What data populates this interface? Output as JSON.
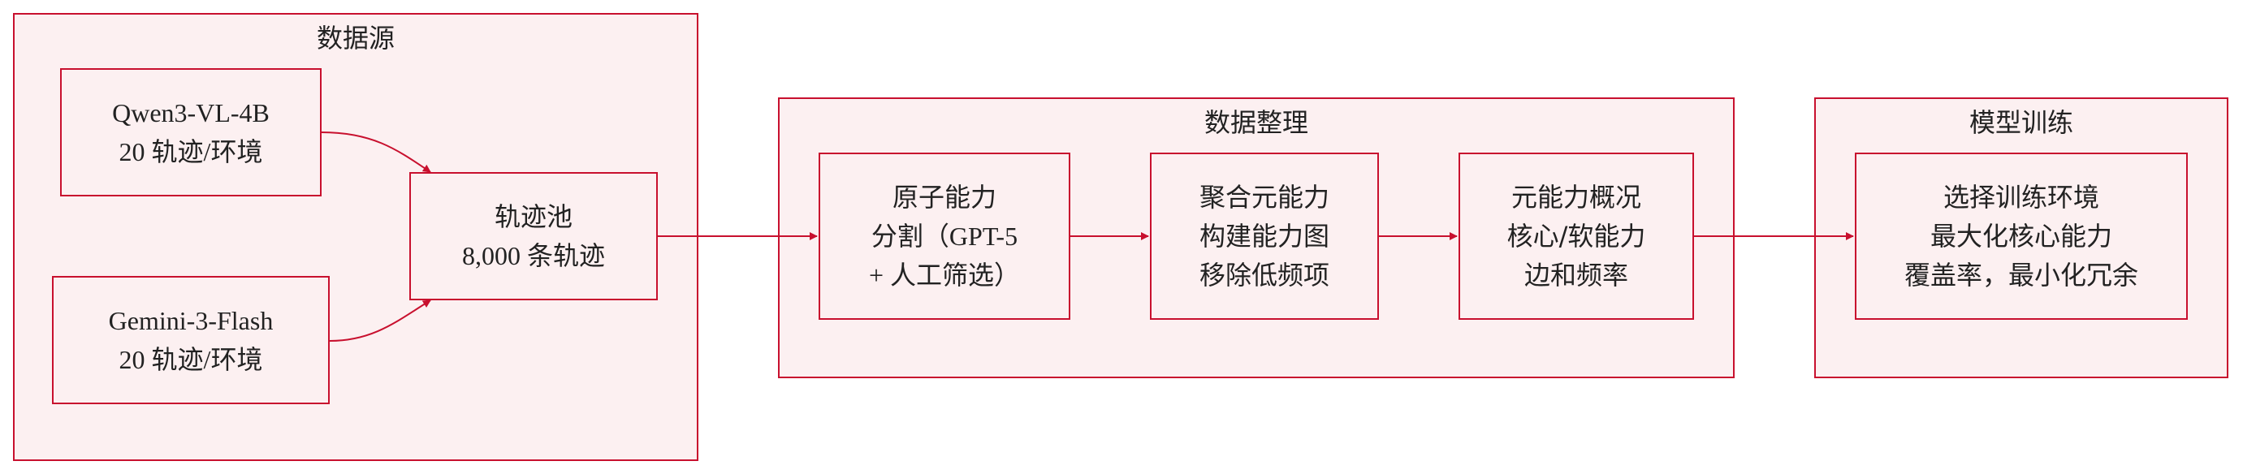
{
  "colors": {
    "stroke": "#c8102e",
    "fill": "#fcf0f1",
    "text": "#222222"
  },
  "groups": {
    "source": {
      "title": "数据源"
    },
    "curation": {
      "title": "数据整理"
    },
    "training": {
      "title": "模型训练"
    }
  },
  "nodes": {
    "qwen": {
      "lines": [
        "Qwen3-VL-4B",
        "20 轨迹/环境"
      ]
    },
    "gemini": {
      "lines": [
        "Gemini-3-Flash",
        "20 轨迹/环境"
      ]
    },
    "pool": {
      "lines": [
        "轨迹池",
        "8,000 条轨迹"
      ]
    },
    "atomic": {
      "lines": [
        "原子能力",
        "分割（GPT-5",
        "+ 人工筛选）"
      ]
    },
    "aggregate": {
      "lines": [
        "聚合元能力",
        "构建能力图",
        "移除低频项"
      ]
    },
    "meta": {
      "lines": [
        "元能力概况",
        "核心/软能力",
        "边和频率"
      ]
    },
    "select": {
      "lines": [
        "选择训练环境",
        "最大化核心能力",
        "覆盖率，最小化冗余"
      ]
    }
  }
}
